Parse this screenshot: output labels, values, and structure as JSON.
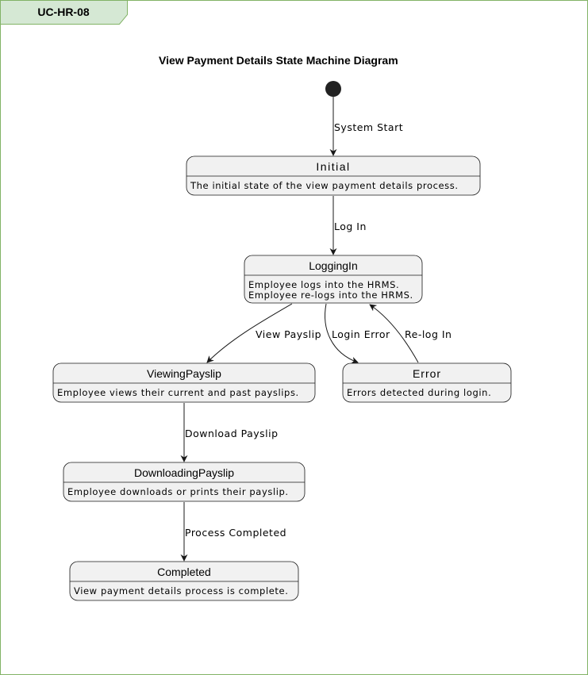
{
  "tab_label": "UC-HR-08",
  "title": "View Payment Details State Machine Diagram",
  "states": {
    "initial": {
      "name": "Initial",
      "desc": [
        "The initial state of the view payment details process."
      ]
    },
    "logging_in": {
      "name": "LoggingIn",
      "desc": [
        "Employee logs into the HRMS.",
        "Employee re-logs into the HRMS."
      ]
    },
    "viewing_payslip": {
      "name": "ViewingPayslip",
      "desc": [
        "Employee views their current and past payslips."
      ]
    },
    "error": {
      "name": "Error",
      "desc": [
        "Errors detected during login."
      ]
    },
    "downloading_payslip": {
      "name": "DownloadingPayslip",
      "desc": [
        "Employee downloads or prints their payslip."
      ]
    },
    "completed": {
      "name": "Completed",
      "desc": [
        "View payment details process is complete."
      ]
    }
  },
  "transitions": {
    "system_start": "System Start",
    "log_in": "Log In",
    "view_payslip": "View Payslip",
    "login_error": "Login Error",
    "re_log_in": "Re-log In",
    "download_payslip": "Download Payslip",
    "process_completed": "Process Completed"
  },
  "colors": {
    "frame_border": "#82b366",
    "tab_fill": "#d5e8d4",
    "state_fill": "#f1f1f1",
    "state_border": "#181818",
    "start_node": "#222222"
  }
}
